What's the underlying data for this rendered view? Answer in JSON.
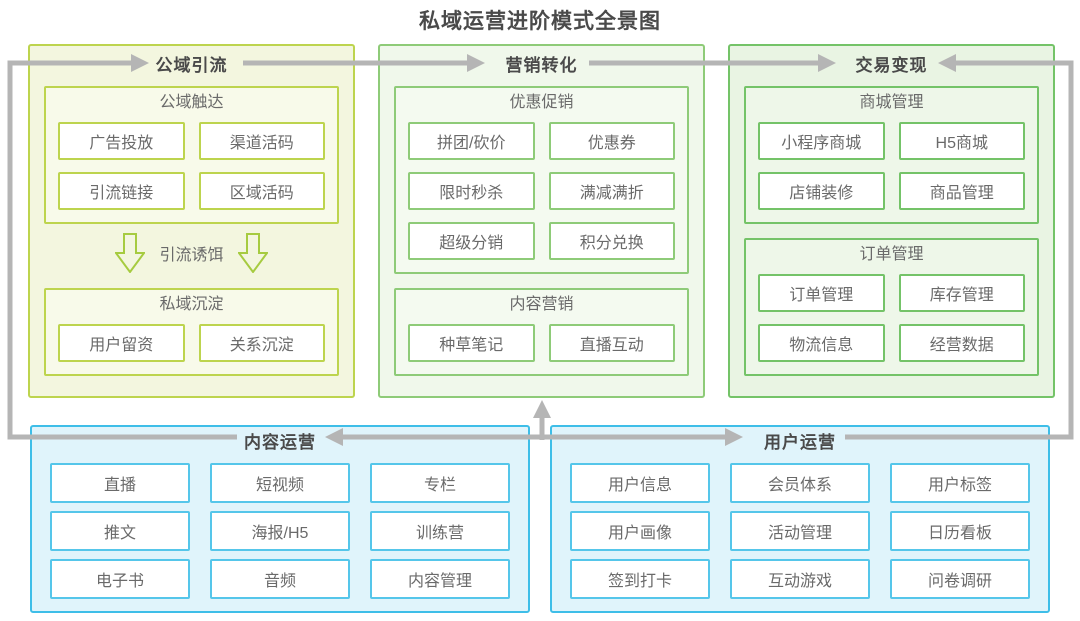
{
  "title": "私域运营进阶模式全景图",
  "colors": {
    "arrow_gray": "#b5b5b5",
    "title_text": "#4a4a4a",
    "item_text": "#6a6a6a",
    "leaf_bg": "#ffffff",
    "stage1_border": "#bdd44e",
    "stage1_bg": "#f3f6df",
    "stage1_sub_bg": "#f8faea",
    "stage2_border": "#8ecb78",
    "stage2_bg": "#f0f8eb",
    "stage2_sub_bg": "#f4faf0",
    "stage3_border": "#74c368",
    "stage3_bg": "#e9f4e3",
    "stage3_sub_bg": "#eef7e9",
    "bottom_border": "#3ebee8",
    "bottom_bg": "#e0f4fb",
    "bottom_leaf_border": "#55c6ea",
    "bait_arrow": "#a6cb40"
  },
  "stages": {
    "stage1": {
      "header": "公域引流",
      "reach": {
        "header": "公域触达",
        "items": [
          "广告投放",
          "渠道活码",
          "引流链接",
          "区域活码"
        ]
      },
      "bait_label": "引流诱饵",
      "retention": {
        "header": "私域沉淀",
        "items": [
          "用户留资",
          "关系沉淀"
        ]
      }
    },
    "stage2": {
      "header": "营销转化",
      "promotion": {
        "header": "优惠促销",
        "items": [
          "拼团/砍价",
          "优惠券",
          "限时秒杀",
          "满减满折",
          "超级分销",
          "积分兑换"
        ]
      },
      "content_marketing": {
        "header": "内容营销",
        "items": [
          "种草笔记",
          "直播互动"
        ]
      }
    },
    "stage3": {
      "header": "交易变现",
      "mall": {
        "header": "商城管理",
        "items": [
          "小程序商城",
          "H5商城",
          "店铺装修",
          "商品管理"
        ]
      },
      "order": {
        "header": "订单管理",
        "items": [
          "订单管理",
          "库存管理",
          "物流信息",
          "经营数据"
        ]
      }
    },
    "content_ops": {
      "header": "内容运营",
      "items": [
        "直播",
        "短视频",
        "专栏",
        "推文",
        "海报/H5",
        "训练营",
        "电子书",
        "音频",
        "内容管理"
      ]
    },
    "user_ops": {
      "header": "用户运营",
      "items": [
        "用户信息",
        "会员体系",
        "用户标签",
        "用户画像",
        "活动管理",
        "日历看板",
        "签到打卡",
        "互动游戏",
        "问卷调研"
      ]
    }
  }
}
